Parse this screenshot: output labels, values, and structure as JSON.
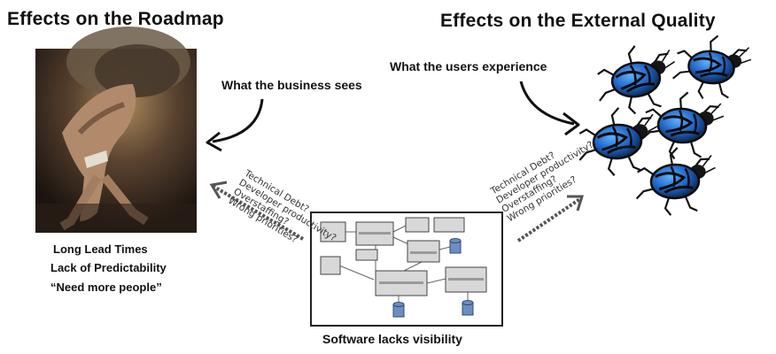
{
  "left": {
    "heading": "Effects on the Roadmap",
    "caption": "What the business sees",
    "effects": [
      "Long Lead Times",
      "Lack of Predictability",
      "“Need more people”"
    ]
  },
  "right": {
    "heading": "Effects on the External Quality",
    "caption": "What the users experience"
  },
  "center": {
    "caption": "Software lacks visibility"
  },
  "questions": [
    "Technical Debt?",
    "Developer productivity?",
    "Overstaffing?",
    "Wrong priorities?"
  ]
}
